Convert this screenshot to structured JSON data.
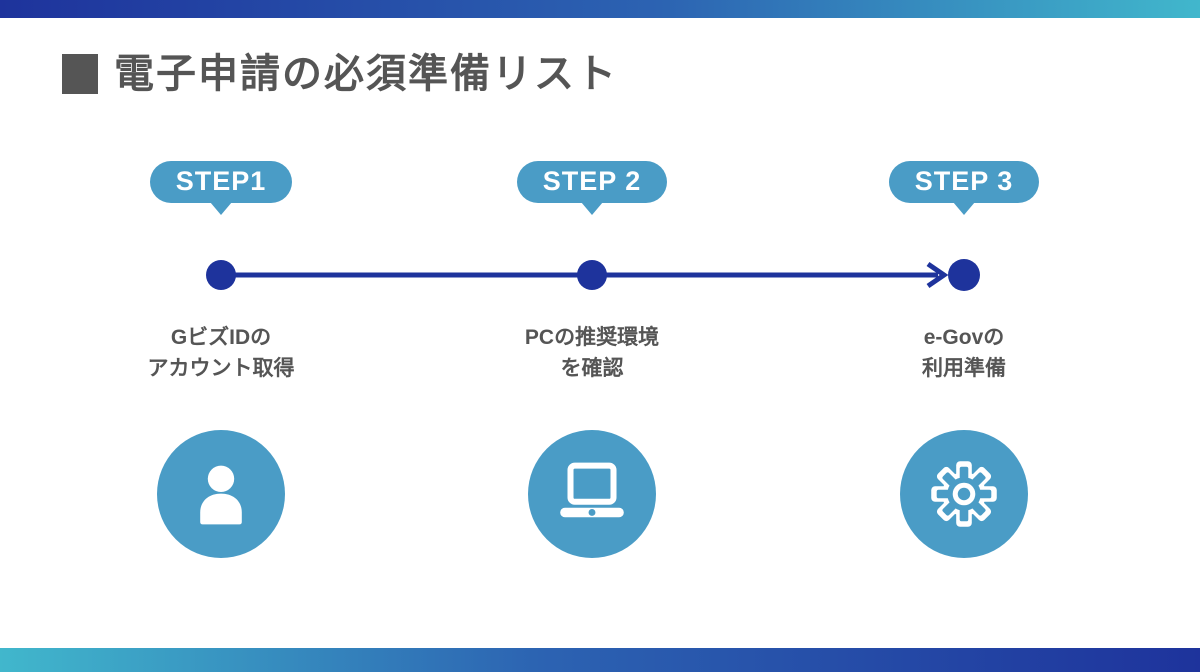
{
  "colors": {
    "navy": "#1e339c",
    "teal": "#41b7cc",
    "mid_blue": "#2c63b2",
    "blue": "#4a9cc6",
    "text_gray": "#555555",
    "white": "#ffffff"
  },
  "title": {
    "bullet_icon": "square-bullet-icon",
    "text": "電子申請の必須準備リスト"
  },
  "timeline": {
    "style": "horizontal-arrow-with-dots",
    "dot_count": 3,
    "arrow_icon": "arrow-right-icon"
  },
  "steps": [
    {
      "badge": "STEP1",
      "line1": "GビズIDの",
      "line2": "アカウント取得",
      "icon": "person-icon"
    },
    {
      "badge": "STEP 2",
      "line1": "PCの推奨環境",
      "line2": "を確認",
      "icon": "laptop-icon"
    },
    {
      "badge": "STEP 3",
      "line1": "e-Govの",
      "line2": "利用準備",
      "icon": "gear-icon"
    }
  ]
}
